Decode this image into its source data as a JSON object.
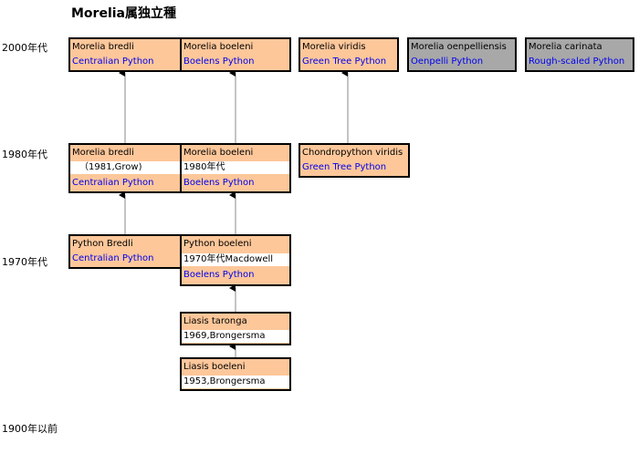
{
  "title": "Morelia属独立種",
  "eras": {
    "e2000": "2000年代",
    "e1980": "1980年代",
    "e1970": "1970年代",
    "e1900": "1900年以前"
  },
  "nodes": {
    "bredli_2000": {
      "name": "Morelia bredli",
      "common": "Centralian Python"
    },
    "boeleni_2000": {
      "name": "Morelia boeleni",
      "common": "Boelens Python"
    },
    "viridis_2000": {
      "name": "Morelia viridis",
      "common": "Green Tree Python"
    },
    "oenpelliensis": {
      "name": "Morelia oenpelliensis",
      "common": "Oenpelli Python"
    },
    "carinata": {
      "name": "Morelia carinata",
      "common": "Rough-scaled Python"
    },
    "bredli_1980": {
      "name": "Morelia bredli",
      "note": "（1981,Grow)",
      "common": "Centralian Python"
    },
    "boeleni_1980": {
      "name": "Morelia boeleni",
      "note": "1980年代",
      "common": "Boelens Python"
    },
    "chondropython": {
      "name": "Chondropython viridis",
      "common": "Green Tree Python"
    },
    "python_bredli": {
      "name": "Python Bredli",
      "common": "Centralian Python"
    },
    "python_boeleni": {
      "name": "Python  boeleni",
      "note": "1970年代Macdowell",
      "common": "Boelens Python"
    },
    "liasis_taronga": {
      "name": "Liasis taronga",
      "note": "1969,Brongersma"
    },
    "liasis_boeleni": {
      "name": "Liasis boeleni",
      "note": "1953,Brongersma"
    }
  },
  "colors": {
    "box_fill": "#fdc79a",
    "box_fill_grey": "#a8a8a8",
    "common_name_text": "#0000ee"
  }
}
